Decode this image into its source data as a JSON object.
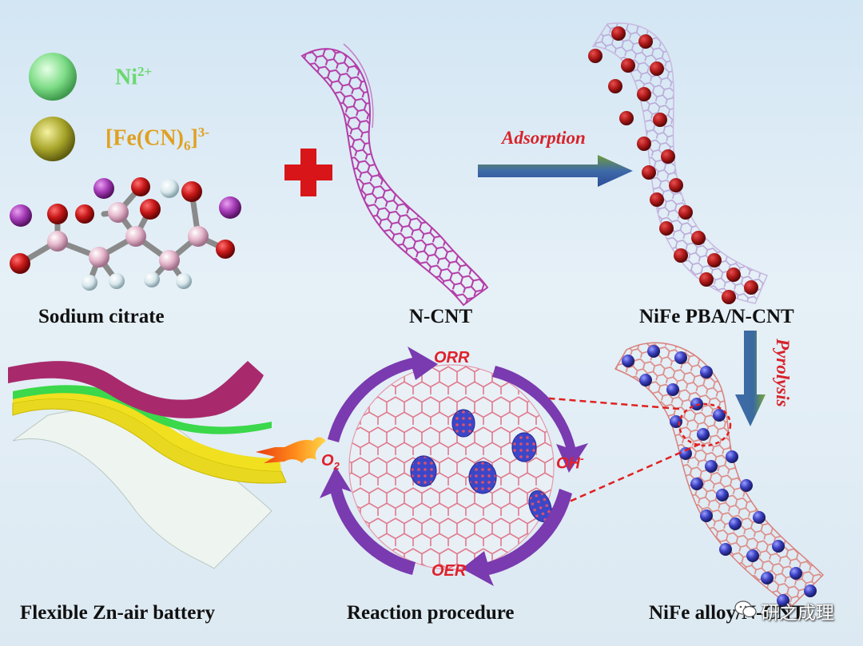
{
  "species": {
    "ni": {
      "label": "Ni",
      "charge": "2+",
      "color": "#7fe08c"
    },
    "fecn": {
      "prefix": "[Fe(CN)",
      "sub": "6",
      "suffix": "]",
      "charge": "3-",
      "color": "#e0a020"
    }
  },
  "labels": {
    "sodium_citrate": "Sodium citrate",
    "ncnt": "N-CNT",
    "pba": "NiFe PBA/N-CNT",
    "battery": "Flexible Zn-air battery",
    "procedure": "Reaction procedure",
    "alloy": "NiFe alloy/N-CNT"
  },
  "steps": {
    "adsorption": "Adsorption",
    "pyrolysis": "Pyrolysis"
  },
  "reactions": {
    "orr": "ORR",
    "oer": "OER",
    "o2": "O",
    "o2_sub": "2",
    "oh": "OH",
    "oh_sup": "-"
  },
  "watermark": "研之成理",
  "colors": {
    "cnt_magenta": "#b43ca8",
    "pba_particle": "#b42020",
    "alloy_particle": "#3a3fb8",
    "alloy_tube": "#e0908a",
    "arrow_red": "#e02020",
    "cycle_arrow": "#7a3ab0"
  }
}
